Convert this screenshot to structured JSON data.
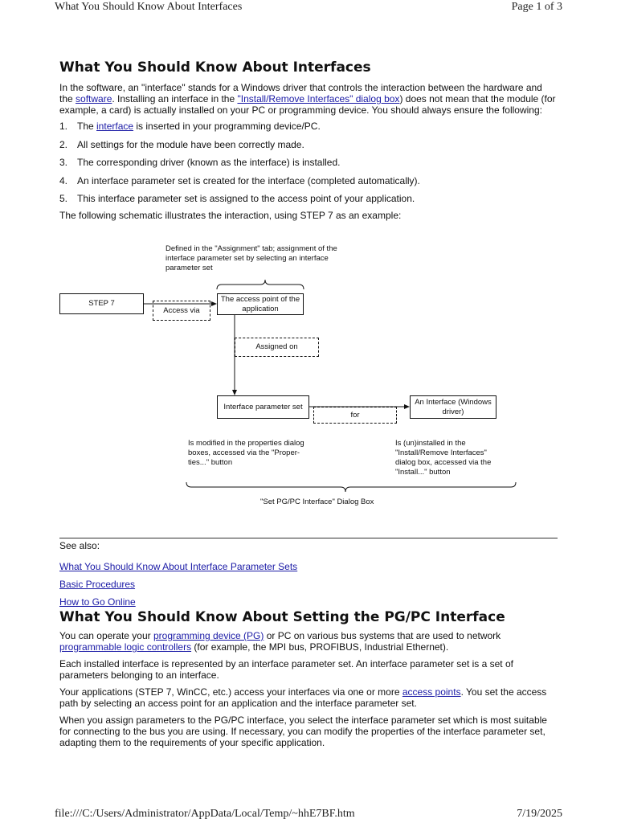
{
  "header": {
    "title": "What You Should Know About Interfaces",
    "page": "Page 1 of 3"
  },
  "footer": {
    "path": "file:///C:/Users/Administrator/AppData/Local/Temp/~hhE7BF.htm",
    "date": "7/19/2025"
  },
  "section1": {
    "heading": "What You Should Know About Interfaces",
    "intro_1": "In the software, an \"interface\" stands for a Windows driver that controls the interaction between the hardware and the ",
    "intro_link1": "software",
    "intro_2": ". Installing an interface in the ",
    "intro_link2": "\"Install/Remove Interfaces\" dialog box",
    "intro_3": ") does not mean that the module (for example, a card) is actually installed on your PC or programming device. You should always ensure the following:",
    "list": [
      {
        "num": "1.",
        "pre": "The ",
        "link": "interface",
        "post": " is inserted in your programming device/PC."
      },
      {
        "num": "2.",
        "text": "All settings for the module have been correctly made."
      },
      {
        "num": "3.",
        "text": "The corresponding driver (known as the interface) is installed."
      },
      {
        "num": "4.",
        "text": "An interface parameter set is created for the interface (completed automatically)."
      },
      {
        "num": "5.",
        "text": "This interface parameter set is assigned to the access point of your application."
      }
    ],
    "schematic_intro": "The following schematic illustrates the interaction, using STEP 7 as an example:"
  },
  "diagram": {
    "top_note": "Defined in the \"Assignment\" tab; assignment of the interface parameter set by selecting an interface parameter set",
    "step7": "STEP 7",
    "access_via": "Access via",
    "access_point": "The access point of the application",
    "assigned_on": "Assigned on",
    "param_set": "Interface parameter set",
    "for": "for",
    "an_interface": "An Interface (Windows driver)",
    "note_left": "Is modified in the properties dialog boxes, accessed via the \"Proper-ties...\" button",
    "note_right": "Is (un)installed in the \"Install/Remove Interfaces\" dialog box, accessed via the \"Install...\" button",
    "bottom_label": "\"Set PG/PC Interface\" Dialog Box"
  },
  "see_also": {
    "label": "See also:",
    "links": [
      "What You Should Know About Interface Parameter Sets",
      "Basic Procedures",
      "How to Go Online"
    ]
  },
  "section2": {
    "heading": "What You Should Know About Setting the PG/PC Interface",
    "p1_1": "You can operate your ",
    "p1_link1": "programming device (PG)",
    "p1_2": " or PC on various bus systems that are used to network ",
    "p1_link2": "programmable logic controllers",
    "p1_3": " (for example, the MPI bus, PROFIBUS, Industrial Ethernet).",
    "p2": "Each installed interface is represented by an interface parameter set. An interface parameter set is a set of parameters belonging to an interface.",
    "p3_1": "Your applications (STEP 7, WinCC, etc.) access your interfaces via one or more ",
    "p3_link": "access points",
    "p3_2": ". You set the access path by selecting an access point for an application and the interface parameter set.",
    "p4": "When you assign parameters to the PG/PC interface, you select the interface parameter set which is most suitable for connecting to the bus you are using. If necessary, you can modify the properties of the interface parameter set, adapting them to the requirements of your specific application."
  }
}
